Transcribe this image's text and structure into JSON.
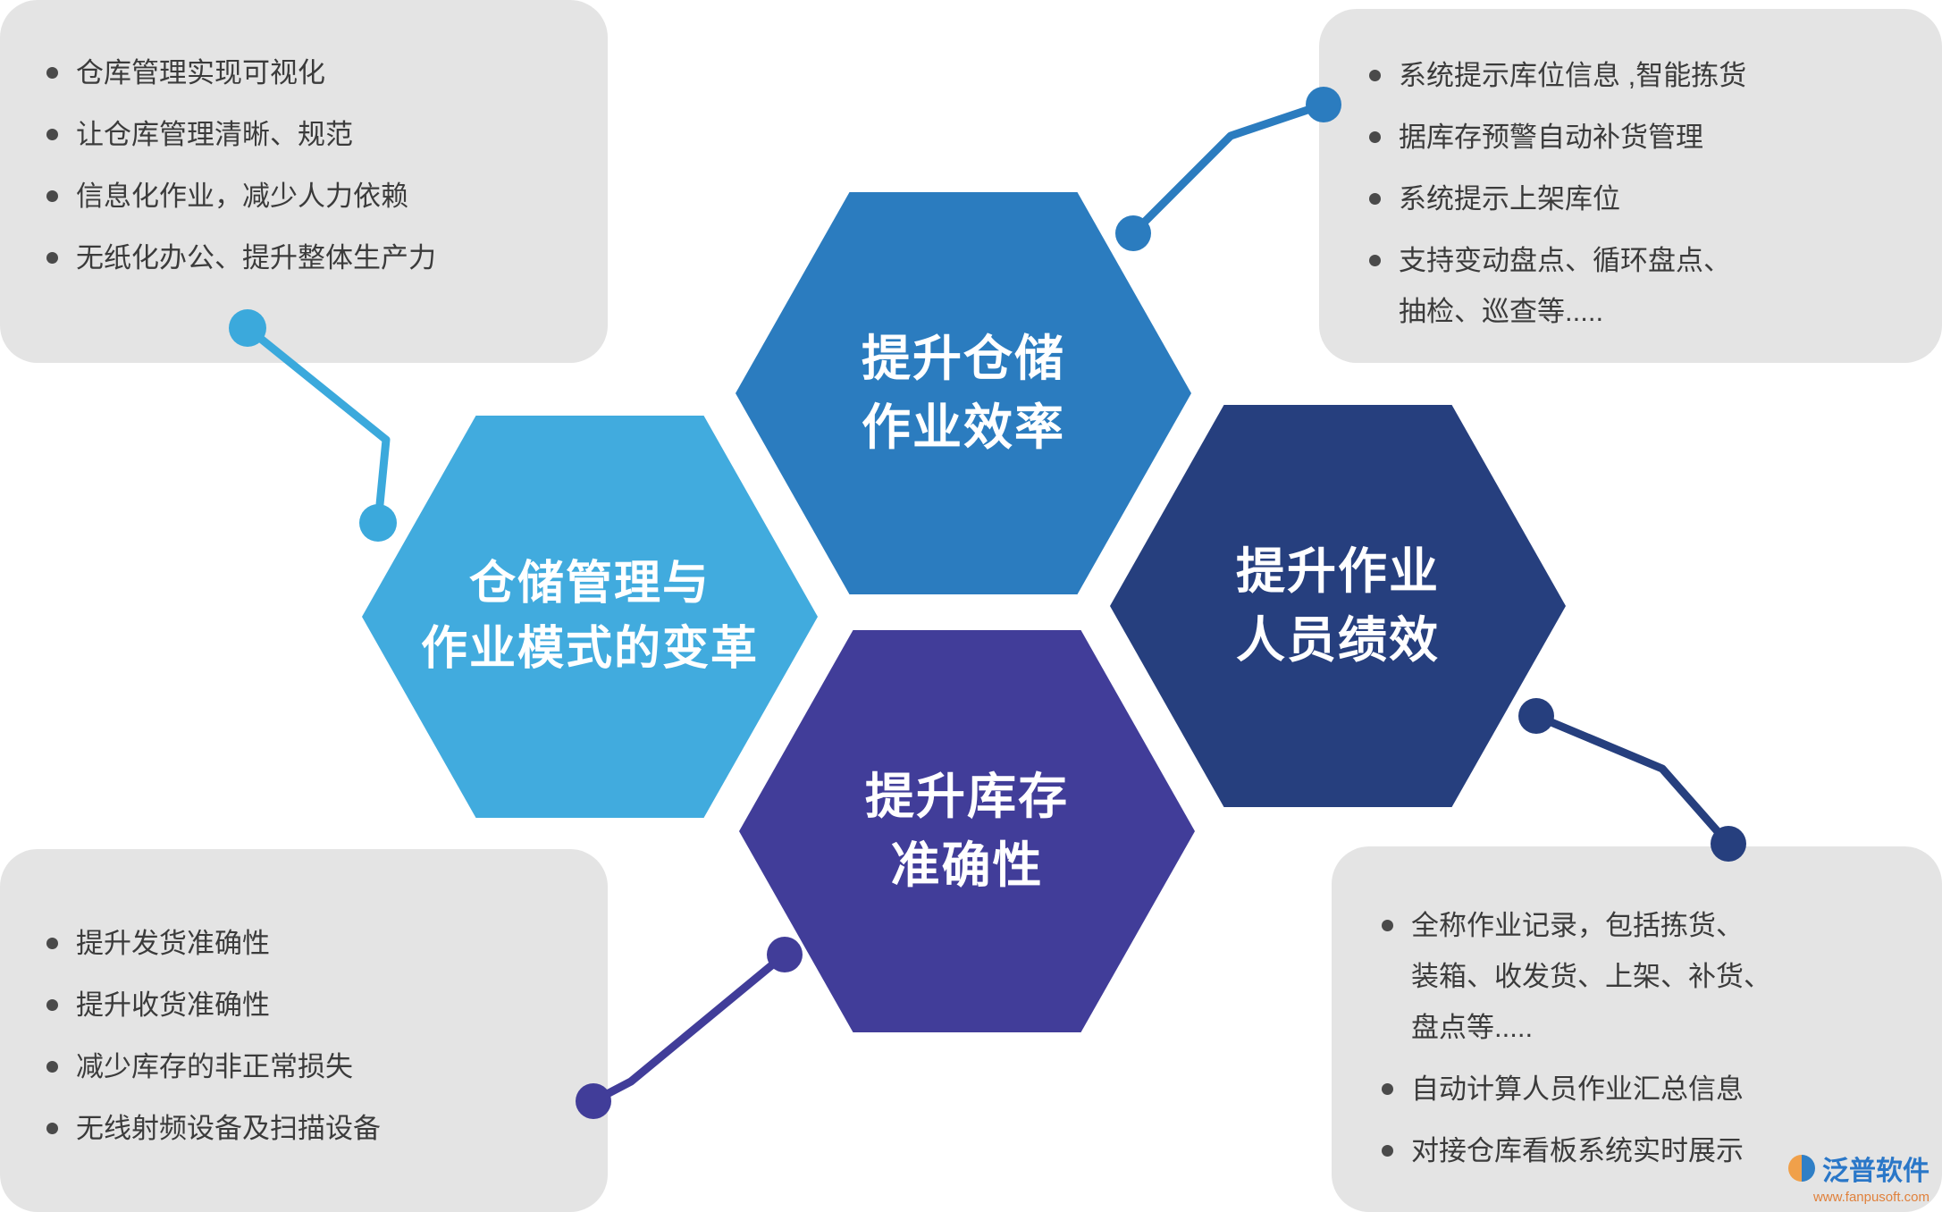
{
  "colors": {
    "hex_light": "#41ABDE",
    "hex_blue": "#2B7CBF",
    "hex_navy": "#263F7E",
    "hex_purple": "#413D99",
    "box_bg": "#E4E4E4",
    "text_dark": "#3B3B3B",
    "connector_light": "#3BA9DC",
    "connector_blue": "#2B7CBF",
    "connector_navy": "#263F7E",
    "connector_purple": "#413D99"
  },
  "hexagons": [
    {
      "id": "change",
      "color": "#41ABDE",
      "lines": [
        "仓储管理与",
        "作业模式的变革"
      ]
    },
    {
      "id": "efficiency",
      "color": "#2B7CBF",
      "lines": [
        "提升仓储",
        "作业效率"
      ]
    },
    {
      "id": "accuracy",
      "color": "#413D99",
      "lines": [
        "提升库存",
        "准确性"
      ]
    },
    {
      "id": "performance",
      "color": "#263F7E",
      "lines": [
        "提升作业",
        "人员绩效"
      ]
    }
  ],
  "boxes": {
    "top_left": {
      "items": [
        [
          "仓库管理实现可视化"
        ],
        [
          "让仓库管理清晰、规范"
        ],
        [
          "信息化作业，减少人力依赖"
        ],
        [
          "无纸化办公、提升整体生产力"
        ]
      ]
    },
    "top_right": {
      "items": [
        [
          "系统提示库位信息 ,智能拣货"
        ],
        [
          "据库存预警自动补货管理"
        ],
        [
          "系统提示上架库位"
        ],
        [
          "支持变动盘点、循环盘点、",
          "抽检、巡查等....."
        ]
      ]
    },
    "bottom_left": {
      "items": [
        [
          "提升发货准确性"
        ],
        [
          "提升收货准确性"
        ],
        [
          "减少库存的非正常损失"
        ],
        [
          "无线射频设备及扫描设备"
        ]
      ]
    },
    "bottom_right": {
      "items": [
        [
          "全称作业记录，包括拣货、",
          "装箱、收发货、上架、补货、",
          "盘点等....."
        ],
        [
          "自动计算人员作业汇总信息"
        ],
        [
          "对接仓库看板系统实时展示"
        ]
      ]
    }
  },
  "logo": {
    "brand": "泛普软件",
    "url": "www.fanpusoft.com"
  }
}
